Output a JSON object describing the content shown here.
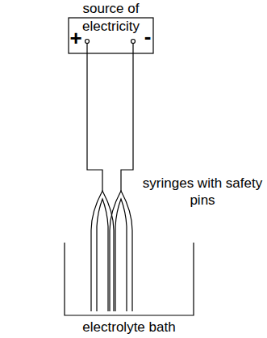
{
  "diagram": {
    "nodes": [
      {
        "text": [
          "source of electricity",
          "+",
          "-"
        ]
      }
    ],
    "labels": [
      "syringes with safety pins",
      "electrolyte bath"
    ]
  }
}
